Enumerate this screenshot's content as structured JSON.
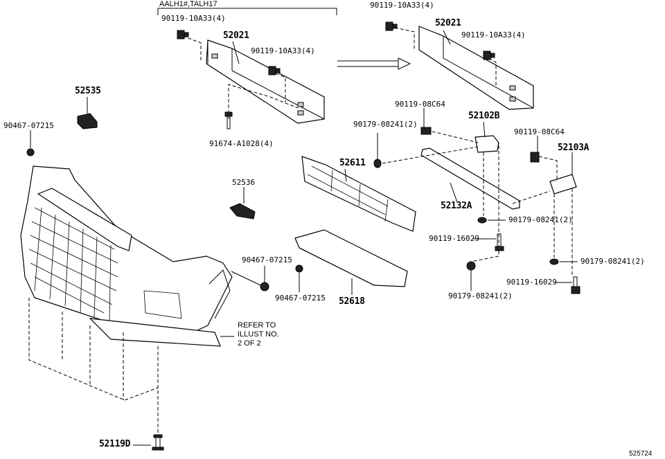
{
  "header_note": "AALH1#,TALH17",
  "labels": {
    "l_52021_a": "52021",
    "l_52021_b": "52021",
    "l_90119_10A33_a": "90119-10A33(4)",
    "l_90119_10A33_b": "90119-10A33(4)",
    "l_90119_10A33_c": "90119-10A33(4)",
    "l_90119_10A33_d": "90119-10A33(4)",
    "l_91674": "91674-A1028(4)",
    "l_52535": "52535",
    "l_90467_a": "90467-07215",
    "l_90467_b": "90467-07215",
    "l_90467_c": "90467-07215",
    "l_52536": "52536",
    "l_52611": "52611",
    "l_52618": "52618",
    "l_90119_08C64_a": "90119-08C64",
    "l_90119_08C64_b": "90119-08C64",
    "l_90179_a": "90179-08241(2)",
    "l_90179_b": "90179-08241(2)",
    "l_90179_c": "90179-08241(2)",
    "l_90179_d": "90179-08241(2)",
    "l_52102B": "52102B",
    "l_52103A": "52103A",
    "l_52132A": "52132A",
    "l_90119_16029_a": "90119-16029",
    "l_90119_16029_b": "90119-16029",
    "l_52119D": "52119D",
    "l_ref": "REFER TO\nILLUST NO.\n2 OF 2",
    "l_fig": "525724"
  }
}
